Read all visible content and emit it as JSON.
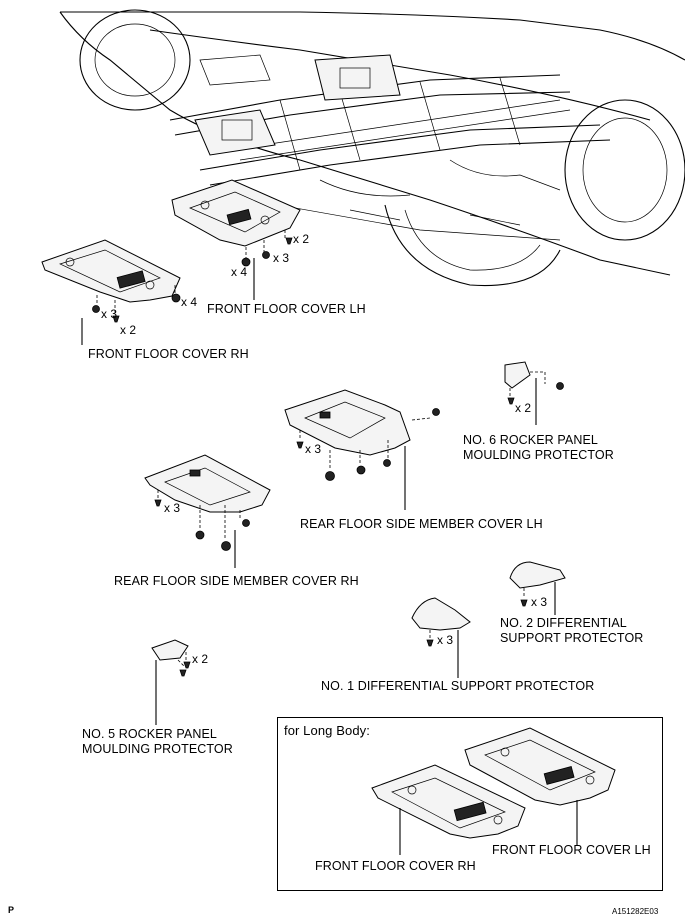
{
  "labels": {
    "front_floor_cover_lh": "FRONT FLOOR COVER LH",
    "front_floor_cover_rh": "FRONT FLOOR COVER RH",
    "no6_line1": "NO. 6 ROCKER PANEL",
    "no6_line2": "MOULDING PROTECTOR",
    "rear_floor_side_member_cover_lh": "REAR FLOOR SIDE MEMBER COVER LH",
    "rear_floor_side_member_cover_rh": "REAR FLOOR SIDE MEMBER COVER RH",
    "no2_line1": "NO. 2 DIFFERENTIAL",
    "no2_line2": "SUPPORT PROTECTOR",
    "no1": "NO. 1 DIFFERENTIAL SUPPORT PROTECTOR",
    "no5_line1": "NO. 5 ROCKER PANEL",
    "no5_line2": "MOULDING PROTECTOR"
  },
  "quantities": {
    "lh_x2": "x 2",
    "lh_x4": "x 4",
    "lh_x3": "x 3",
    "rh_x4": "x 4",
    "rh_x3": "x 3",
    "rh_x2": "x 2",
    "no6_x2": "x 2",
    "rear_lh_x3": "x 3",
    "rear_rh_x3": "x 3",
    "no2_x3": "x 3",
    "no1_x3": "x 3",
    "no5_x2": "x 2"
  },
  "long_body": {
    "title": "for Long Body:",
    "front_floor_cover_rh": "FRONT FLOOR COVER RH",
    "front_floor_cover_lh": "FRONT FLOOR COVER LH"
  },
  "footer": {
    "left_mark": "P",
    "figure_code": "A151282E03"
  }
}
